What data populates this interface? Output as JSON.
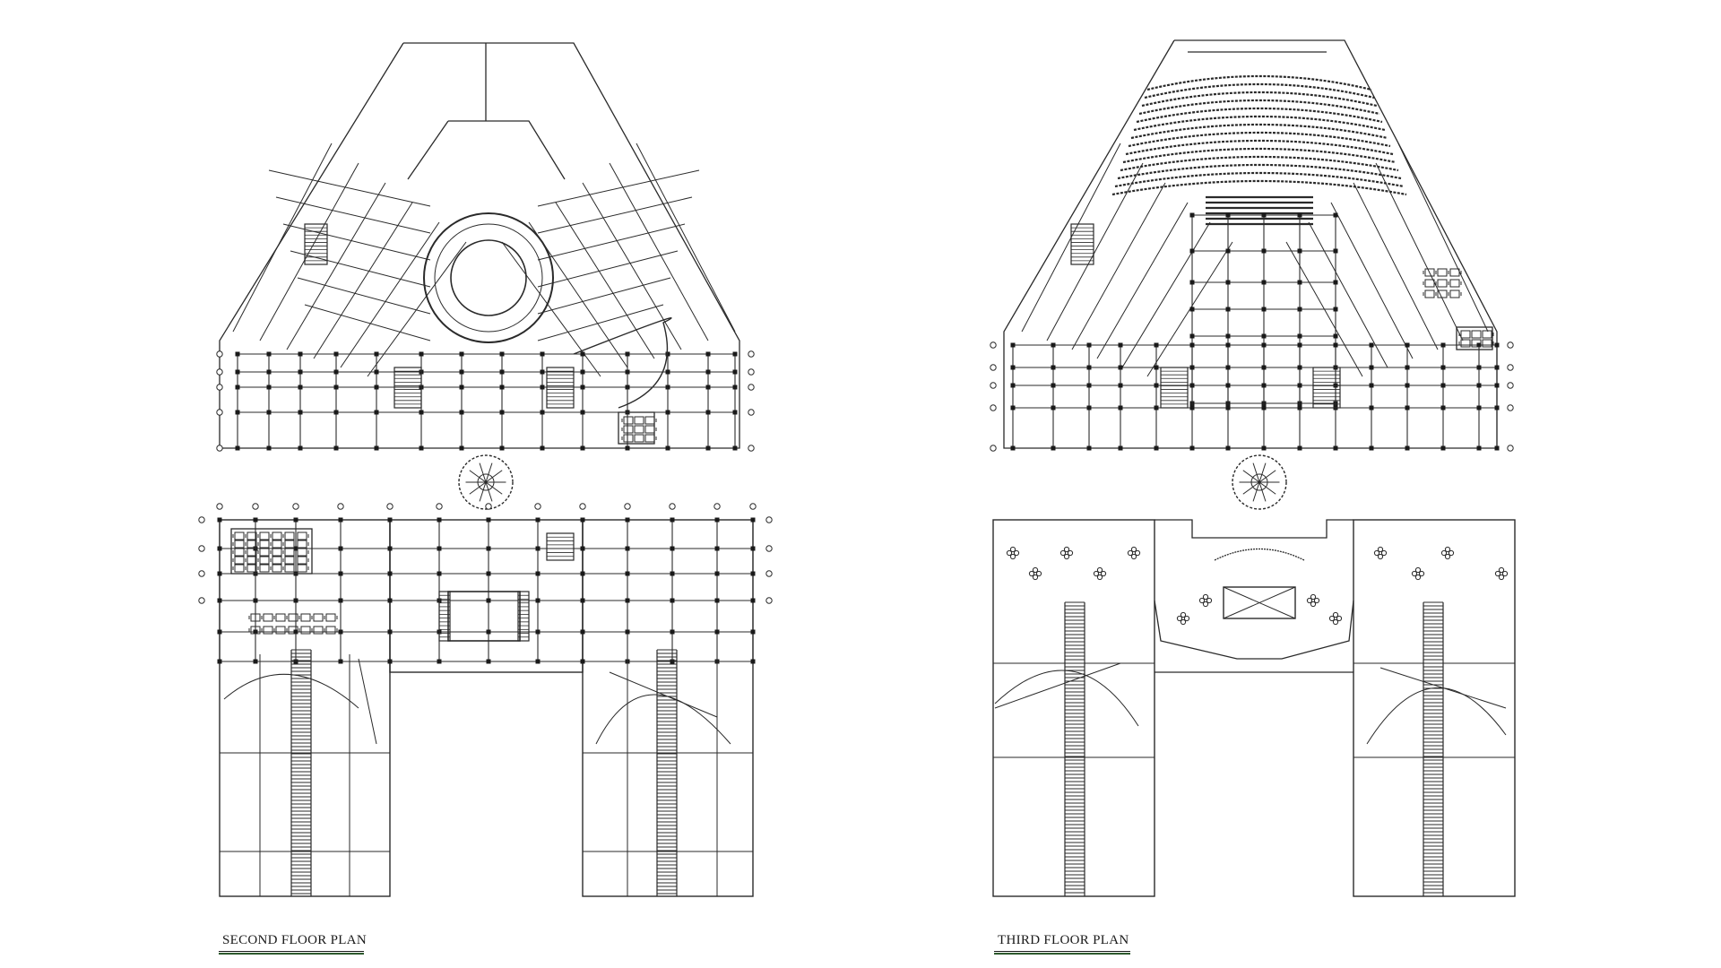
{
  "drawing": {
    "stroke_color": "#2a2a2a",
    "underline_color": "#2e5a2e"
  },
  "plans": [
    {
      "id": "second",
      "title": "SECOND FLOOR PLAN"
    },
    {
      "id": "third",
      "title": "THIRD FLOOR PLAN"
    }
  ]
}
